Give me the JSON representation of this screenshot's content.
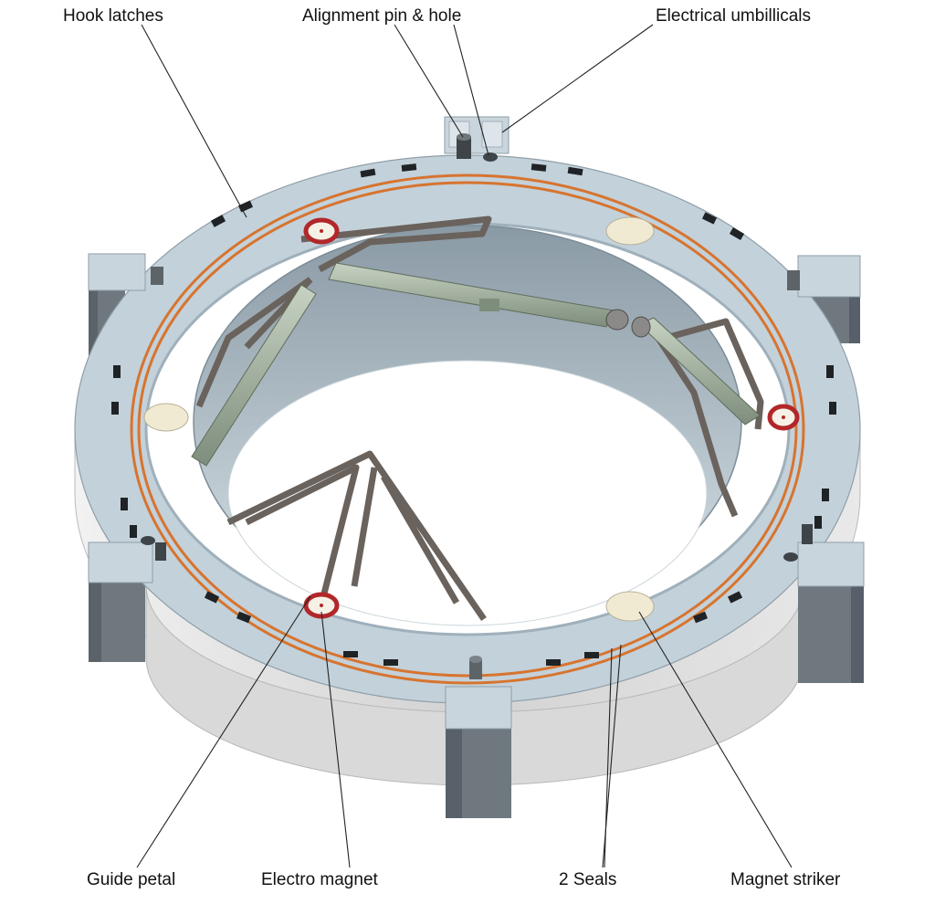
{
  "labels": {
    "hook_latches": "Hook latches",
    "alignment_pin": "Alignment pin & hole",
    "umbilicals": "Electrical umbillicals",
    "guide_petal": "Guide petal",
    "electro_magnet": "Electro magnet",
    "seals": "2 Seals",
    "magnet_striker": "Magnet striker"
  },
  "colors": {
    "ring_top": "#c3d1da",
    "ring_side": "#e4e4e4",
    "seal": "#d7742f",
    "petal": "#6a625c",
    "block": "#6e787e",
    "magnet": "#b2272a",
    "striker": "#f1ead2",
    "arm": "#a4b2a0"
  }
}
